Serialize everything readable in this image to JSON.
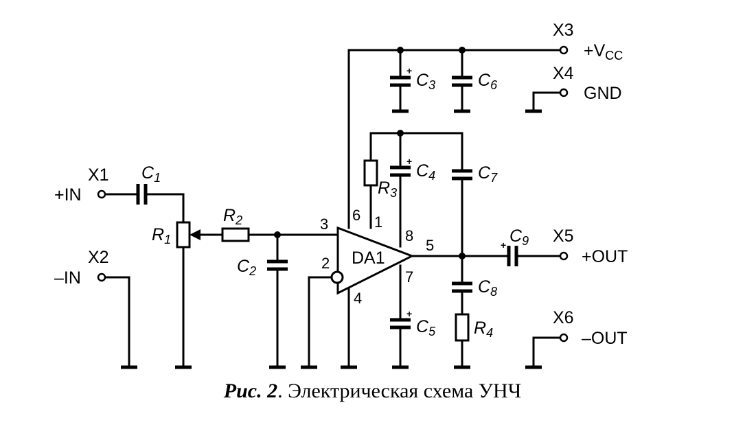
{
  "caption": {
    "figure": "Рис. 2",
    "text": ". Электрическая схема УНЧ"
  },
  "terminals": {
    "x1": {
      "id": "X1",
      "signal": "+IN"
    },
    "x2": {
      "id": "X2",
      "signal": "–IN"
    },
    "x3": {
      "id": "X3",
      "signal_prefix": "+V",
      "signal_sub": "CC"
    },
    "x4": {
      "id": "X4",
      "signal": "GND"
    },
    "x5": {
      "id": "X5",
      "signal": "+OUT"
    },
    "x6": {
      "id": "X6",
      "signal": "–OUT"
    }
  },
  "components": {
    "c1": {
      "letter": "C",
      "index": "1"
    },
    "c2": {
      "letter": "C",
      "index": "2"
    },
    "c3": {
      "letter": "C",
      "index": "3"
    },
    "c4": {
      "letter": "C",
      "index": "4"
    },
    "c5": {
      "letter": "C",
      "index": "5"
    },
    "c6": {
      "letter": "C",
      "index": "6"
    },
    "c7": {
      "letter": "C",
      "index": "7"
    },
    "c8": {
      "letter": "C",
      "index": "8"
    },
    "c9": {
      "letter": "C",
      "index": "9"
    },
    "r1": {
      "letter": "R",
      "index": "1"
    },
    "r2": {
      "letter": "R",
      "index": "2"
    },
    "r3": {
      "letter": "R",
      "index": "3"
    },
    "r4": {
      "letter": "R",
      "index": "4"
    },
    "da1": {
      "label": "DA1"
    }
  },
  "polarity_mark": "+",
  "pins": {
    "p1": "1",
    "p2": "2",
    "p3": "3",
    "p4": "4",
    "p5": "5",
    "p6": "6",
    "p7": "7",
    "p8": "8"
  }
}
